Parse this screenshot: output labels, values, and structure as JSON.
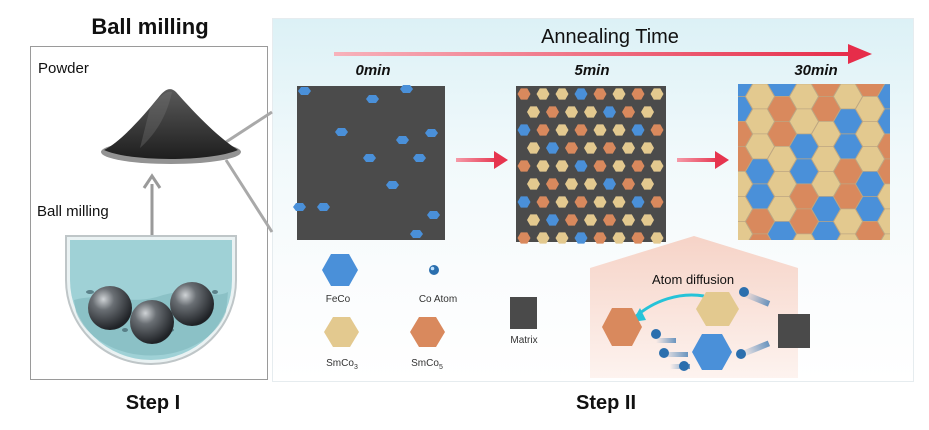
{
  "step1": {
    "title": "Ball milling",
    "powder_label": "Powder",
    "ball_milling_label": "Ball milling",
    "step_label": "Step I"
  },
  "step2": {
    "annealing_label": "Annealing Time",
    "times": [
      "0min",
      "5min",
      "30min"
    ],
    "step_label": "Step II",
    "atom_diffusion_label": "Atom diffusion"
  },
  "legend": {
    "feco": "FeCo",
    "co_atom": "Co Atom",
    "matrix": "Matrix",
    "smco3_base": "SmCo",
    "smco3_sub": "3",
    "smco5_base": "SmCo",
    "smco5_sub": "5"
  },
  "colors": {
    "feco": "#4a90d9",
    "smco3": "#e3c98f",
    "smco5": "#d9895d",
    "matrix": "#4a4a4a",
    "arrow": "#e5435a",
    "water": "#9fd1d6"
  }
}
